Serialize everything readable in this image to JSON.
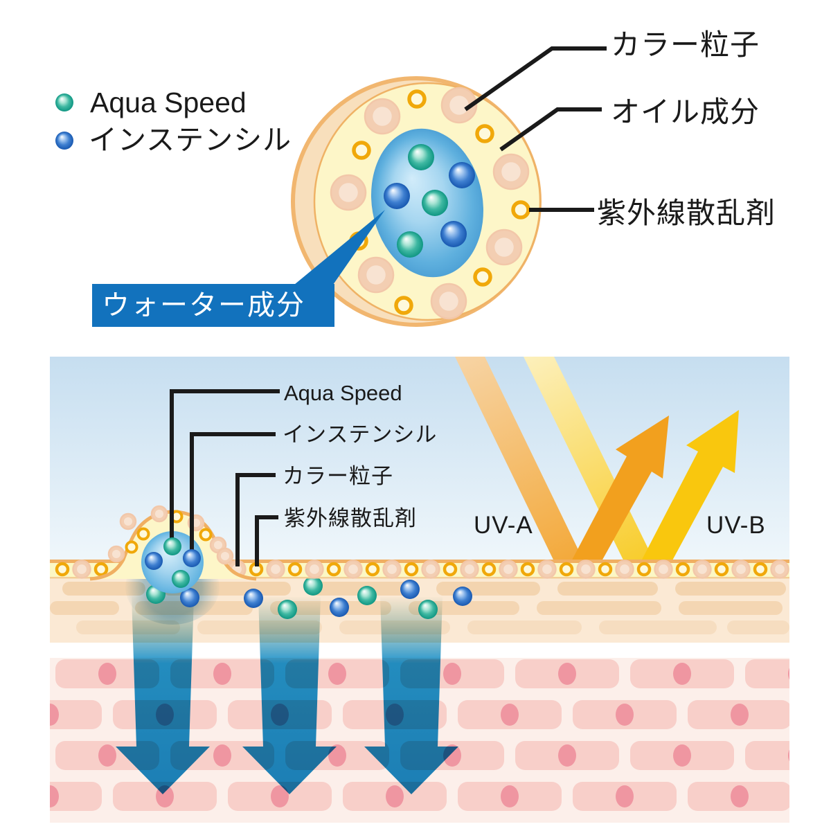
{
  "top": {
    "legend": [
      {
        "label": "Aqua Speed",
        "dot": "teal-sphere"
      },
      {
        "label": "インステンシル",
        "dot": "blue-sphere"
      }
    ],
    "labels": {
      "color_particles": "カラー粒子",
      "oil_component": "オイル成分",
      "uv_scattering_agent": "紫外線散乱剤",
      "water_component": "ウォーター成分"
    }
  },
  "bottom": {
    "labels": {
      "aqua_speed": "Aqua Speed",
      "instencil": "インステンシル",
      "color_particles": "カラー粒子",
      "uv_scattering_agent": "紫外線散乱剤",
      "uv_a": "UV-A",
      "uv_b": "UV-B"
    }
  },
  "colors": {
    "accent_blue": "#1272BD",
    "uva_orange": "#F2A41F",
    "uvb_yellow": "#F6C714",
    "aqua_speed_teal": "#21A38D",
    "instencil_blue": "#1E66BE",
    "capsule_fill": "#FDF6C8",
    "capsule_outline": "#F1B66F",
    "penetration_arrow_blue": "#1D8FCB"
  }
}
